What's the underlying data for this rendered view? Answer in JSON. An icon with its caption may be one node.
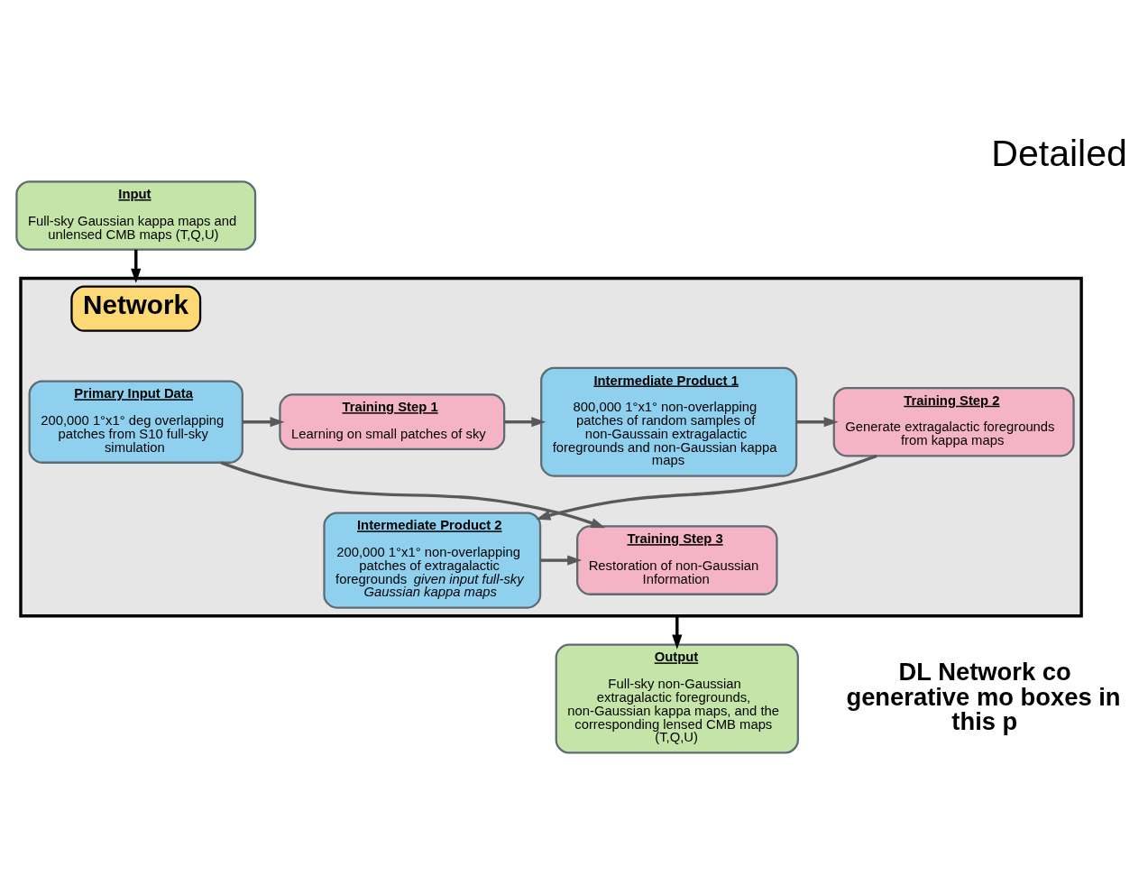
{
  "diagram": {
    "title": "Detailed",
    "nodes": [
      {
        "text": [
          "Input",
          "Full-sky Gaussian kappa maps and unlensed CMB maps (T,Q,U)"
        ]
      },
      {
        "text": [],
        "shape": "box"
      },
      {
        "text": [
          "Network"
        ],
        "in": 1
      },
      {
        "text": [
          "Primary Input Data",
          "200,000 1°x1° deg overlapping patches from S10 full-sky simulation"
        ],
        "in": 1
      },
      {
        "text": [
          "Training Step 1",
          "Learning on small patches of sky"
        ],
        "in": 1
      },
      {
        "text": [
          "Intermediate Product 1",
          "800,000 1°x1° non-overlapping patches of random samples of non-Gaussain extragalactic foregrounds and non-Gaussian kappa maps"
        ],
        "in": 1
      },
      {
        "text": [
          "Training Step 2",
          "Generate extragalactic foregrounds from kappa maps"
        ],
        "in": 1
      },
      {
        "text": [
          "Intermediate Product 2",
          "200,000 1°x1° non-overlapping patches of extragalactic foregrounds *given input full-sky Gaussian kappa maps*"
        ],
        "in": 1
      },
      {
        "text": [
          "Training Step 3",
          "Restoration of non-Gaussian Information"
        ],
        "in": 1
      },
      {
        "text": [
          "Output",
          "Full-sky non-Gaussian extragalactic foregrounds, non-Gaussian kappa maps, and the corresponding lensed CMB maps (T,Q,U)"
        ]
      }
    ],
    "edges": [
      {
        "from": 0,
        "to": 1,
        "arrow": "to",
        "color": "#000000"
      },
      {
        "from": 3,
        "to": 4,
        "arrow": "to"
      },
      {
        "from": 4,
        "to": 5,
        "arrow": "to"
      },
      {
        "from": 5,
        "to": 6,
        "arrow": "to"
      },
      {
        "from": 6,
        "to": 7,
        "arrow": "to"
      },
      {
        "from": 7,
        "to": 8,
        "arrow": "to"
      },
      {
        "from": 3,
        "to": 8,
        "arrow": "to"
      },
      {
        "from": 1,
        "to": 9,
        "arrow": "to",
        "color": "#000000"
      }
    ],
    "labels": [
      "DL Network co generative mo boxes in this p"
    ]
  }
}
